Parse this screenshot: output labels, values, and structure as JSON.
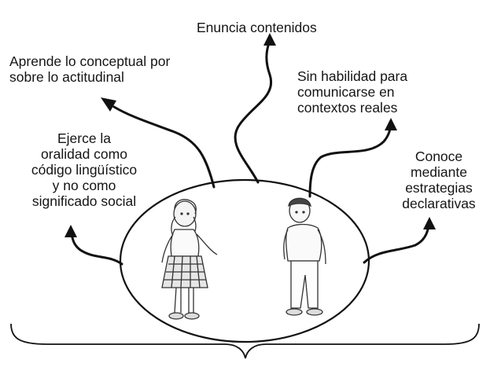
{
  "diagram": {
    "nodes": {
      "enuncia": {
        "lines": [
          "Enuncia contenidos"
        ]
      },
      "aprende": {
        "lines": [
          "Aprende lo conceptual por",
          "sobre lo actitudinal"
        ]
      },
      "habilidad": {
        "lines": [
          "Sin habilidad para",
          "comunicarse en",
          "contextos reales"
        ]
      },
      "ejerce": {
        "lines": [
          "Ejerce la",
          "oralidad como",
          "código lingüístico",
          "y no como",
          "significado social"
        ]
      },
      "conoce": {
        "lines": [
          "Conoce",
          "mediante",
          "estrategias",
          "declarativas"
        ]
      }
    },
    "center": {
      "figures": [
        "girl-figure",
        "boy-figure"
      ]
    }
  },
  "colors": {
    "ink": "#111111",
    "background": "#ffffff"
  }
}
